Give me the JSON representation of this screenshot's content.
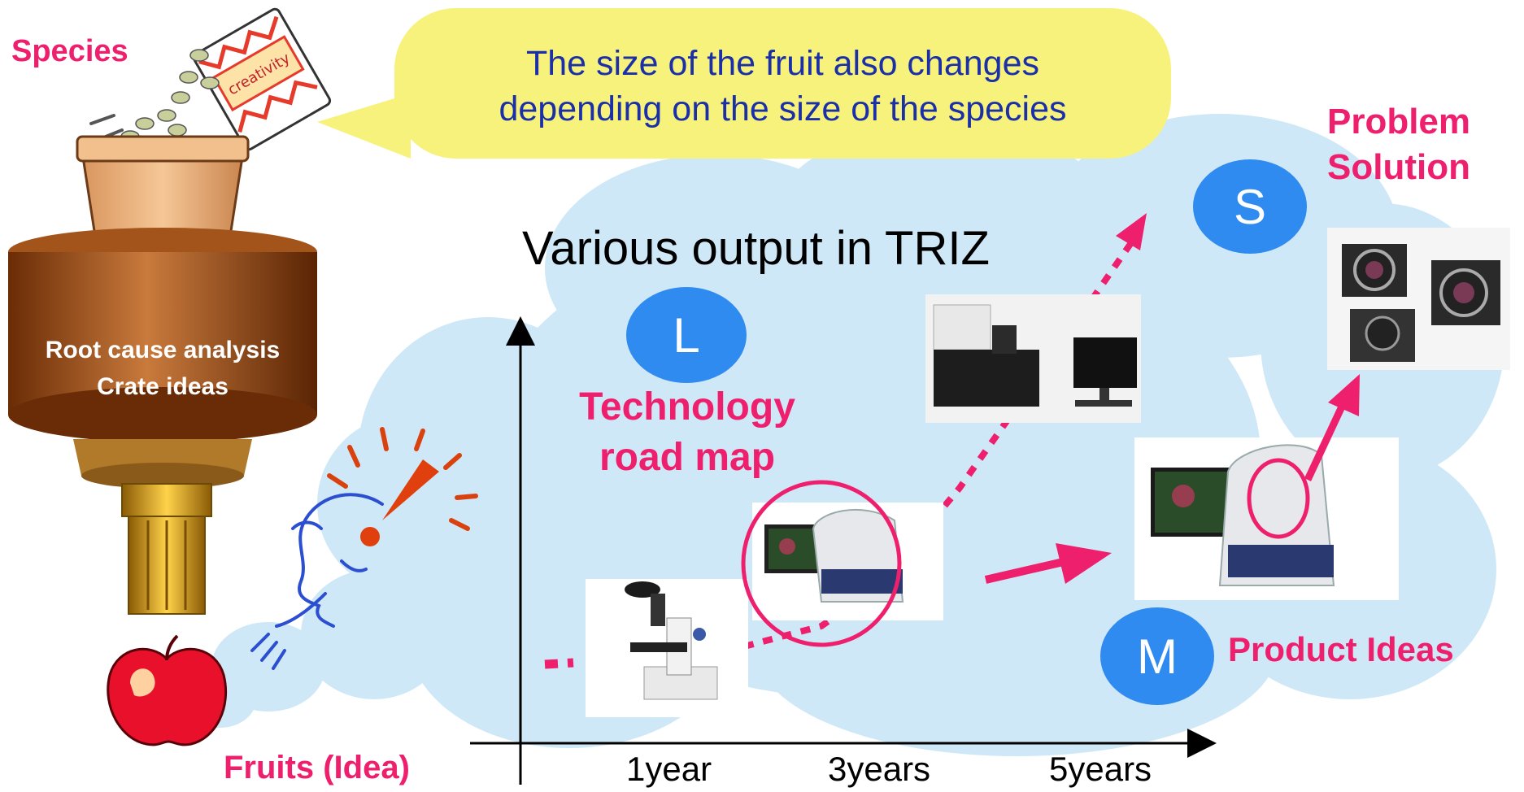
{
  "seed_label": "Species",
  "seed_bag_text": "creativity",
  "callout": {
    "line1": "The size of the fruit also changes",
    "line2": "depending on the size of the species"
  },
  "funnel": {
    "line1": "Root cause analysis",
    "line2": "Crate ideas"
  },
  "fruit_label": "Fruits (Idea)",
  "cloud_title": "Various output in TRIZ",
  "tiers": {
    "large": {
      "badge": "L",
      "line1": "Technology",
      "line2": "road map"
    },
    "medium": {
      "badge": "M",
      "label": "Product Ideas"
    },
    "small": {
      "badge": "S",
      "line1": "Problem",
      "line2": "Solution"
    }
  },
  "timeline": [
    "1year",
    "3years",
    "5years"
  ],
  "colors": {
    "accent_pink": "#ee1f6c",
    "badge_blue": "#2f8bf0",
    "cloud": "#cfe8f7",
    "callout": "#f6f27c",
    "callout_text": "#1a2fa8",
    "pot": "#e9b07c",
    "funnel": "#8a3f10"
  },
  "icons": [
    "seed-bag-icon",
    "flower-pot-icon",
    "funnel-icon",
    "idea-head-icon",
    "apple-icon",
    "microscope-photo",
    "imaging-system-photo",
    "analyzer-photo",
    "lens-units-photo"
  ]
}
